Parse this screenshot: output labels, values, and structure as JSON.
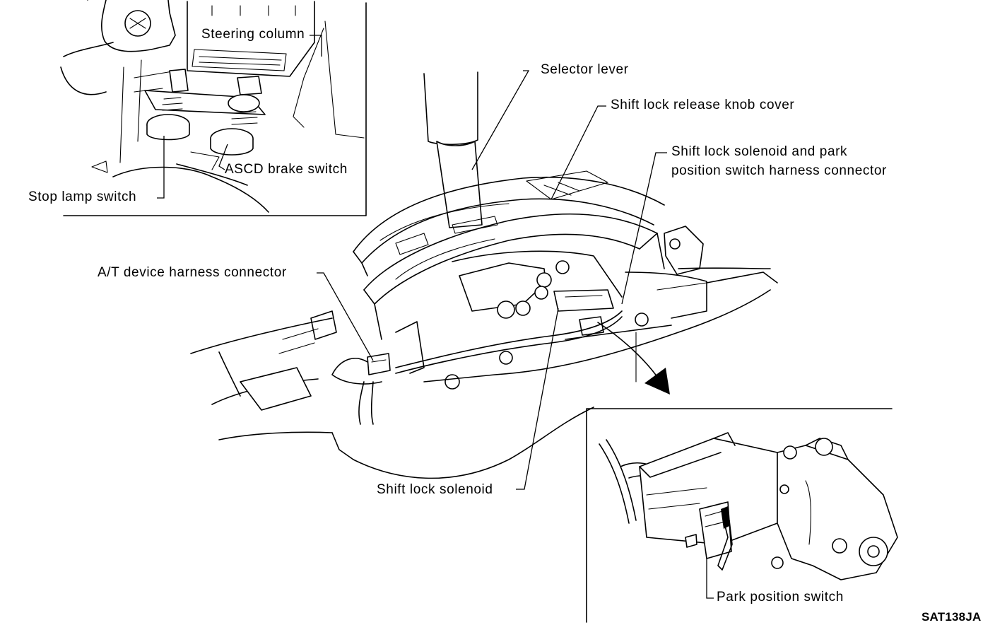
{
  "labels": {
    "steering_column": "Steering column",
    "ascd_brake_switch": "ASCD brake switch",
    "stop_lamp_switch": "Stop lamp switch",
    "selector_lever": "Selector lever",
    "shift_lock_release_knob_cover": "Shift lock release knob cover",
    "shift_lock_solenoid_connector_line1": "Shift lock solenoid and park",
    "shift_lock_solenoid_connector_line2": "position switch harness connector",
    "at_device_harness_connector": "A/T device harness connector",
    "shift_lock_solenoid": "Shift lock solenoid",
    "park_position_switch": "Park position switch"
  },
  "figure_code": "SAT138JA"
}
